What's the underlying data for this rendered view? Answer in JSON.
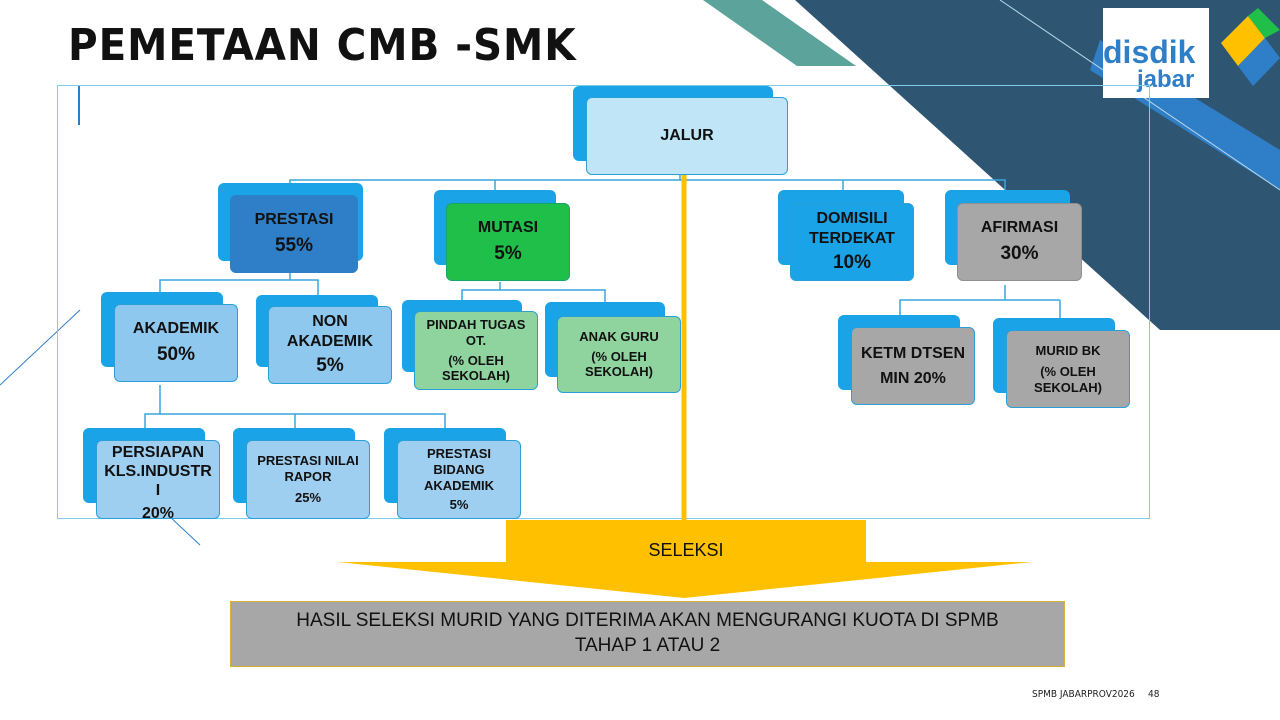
{
  "slide": {
    "title": "PEMETAAN CMB -SMK",
    "footer_left": "SPMB JABARPROV2026",
    "footer_page": "48"
  },
  "logo": {
    "line1": "disdik",
    "line2": "jabar"
  },
  "diagram": {
    "root": "JALUR",
    "prestasi": {
      "name": "PRESTASI",
      "pct": "55%"
    },
    "mutasi": {
      "name": "MUTASI",
      "pct": "5%"
    },
    "domisili": {
      "name1": "DOMISILI",
      "name2": "TERDEKAT",
      "pct": "10%"
    },
    "afirmasi": {
      "name": "AFIRMASI",
      "pct": "30%"
    },
    "akademik": {
      "name": "AKADEMIK",
      "pct": "50%"
    },
    "non_akademik": {
      "name1": "NON",
      "name2": "AKADEMIK",
      "pct": "5%"
    },
    "pindah_tugas": {
      "name1": "PINDAH TUGAS",
      "name2": "OT.",
      "note1": "(% OLEH",
      "note2": "SEKOLAH)"
    },
    "anak_guru": {
      "name": "ANAK GURU",
      "note1": "(% OLEH",
      "note2": "SEKOLAH)"
    },
    "ketm": {
      "name1": "KETM DTSEN",
      "name2": "MIN 20%"
    },
    "murid_bk": {
      "name": "MURID BK",
      "note1": "(% OLEH",
      "note2": "SEKOLAH)"
    },
    "persiapan": {
      "name1": "PERSIAPAN",
      "name2": "KLS.INDUSTR",
      "name3": "I",
      "pct": "20%"
    },
    "nilai_rapor": {
      "name1": "PRESTASI NILAI",
      "name2": "RAPOR",
      "pct": "25%"
    },
    "bidang_akademik": {
      "name1": "PRESTASI",
      "name2": "BIDANG",
      "name3": "AKADEMIK",
      "pct": "5%"
    }
  },
  "seleksi": {
    "label": "SELEKSI"
  },
  "result": {
    "line1": "HASIL SELEKSI MURID YANG DITERIMA AKAN MENGURANGI KUOTA DI SPMB",
    "line2": "TAHAP 1 ATAU 2"
  },
  "colors": {
    "teal": "#5ba39b",
    "navy": "#2e5673",
    "blue": "#1aa3e6",
    "dark_blue": "#2f7fc8",
    "green": "#1fbf4a",
    "light_green": "#8fd49f",
    "gray": "#a7a7a7",
    "yellow": "#ffc000",
    "light_blue": "#9fcff0"
  }
}
